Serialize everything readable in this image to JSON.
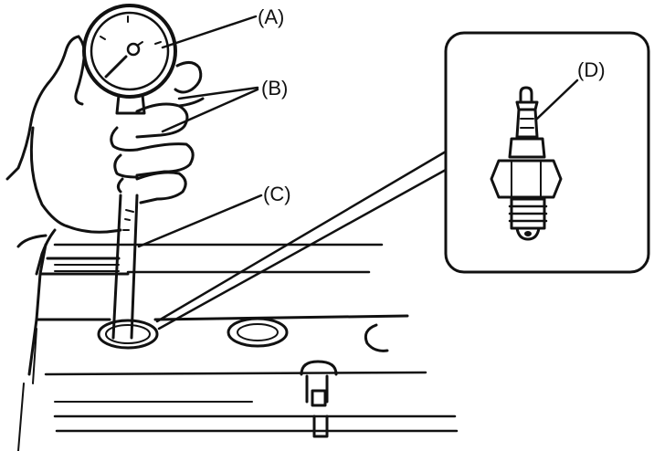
{
  "labels": {
    "a": "(A)",
    "b": "(B)",
    "c": "(C)",
    "d": "(D)"
  },
  "colors": {
    "ink": "#111111",
    "paper": "#ffffff"
  }
}
